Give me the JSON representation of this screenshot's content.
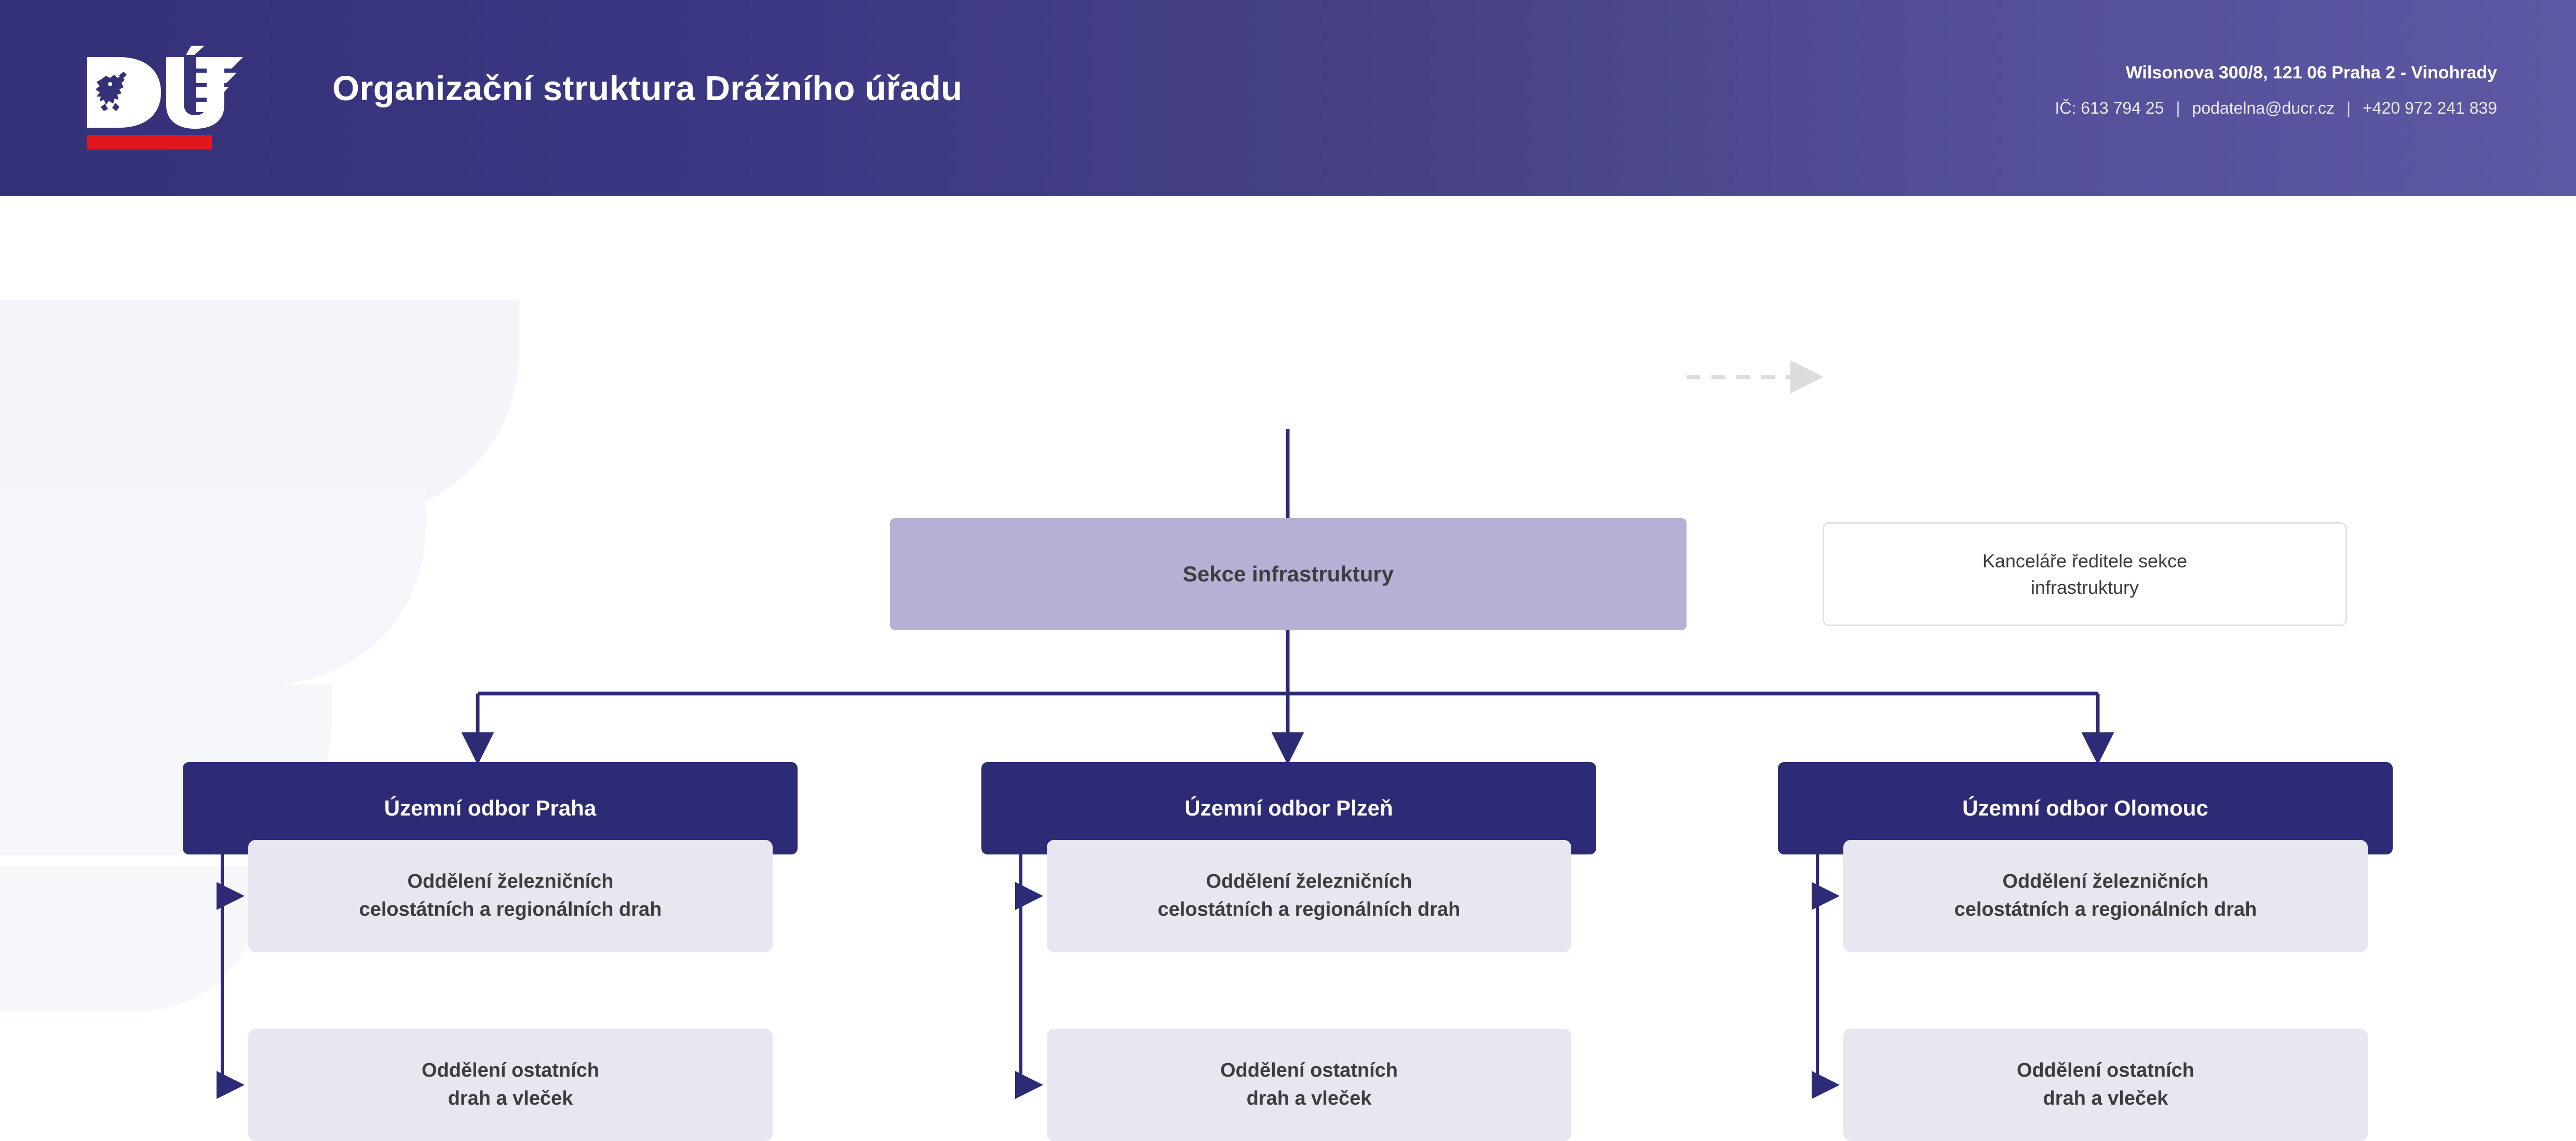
{
  "header": {
    "title": "Organizační struktura Drážního úřadu",
    "logo_name": "ducr-logo",
    "logo_letters": "DÚ",
    "contact": {
      "address": "Wilsonova 300/8, 121 06 Praha 2 - Vinohrady",
      "ico": "IČ: 613 794 25",
      "email": "podatelna@ducr.cz",
      "phone": "+420 972 241 839",
      "separator": "|"
    },
    "colors": {
      "gradient_start": "#343178",
      "gradient_end": "#5d58a3",
      "logo_red": "#e2161d",
      "text": "#ffffff"
    }
  },
  "chart_data": {
    "type": "diagram",
    "title": "Organizační struktura Drážního úřadu",
    "colors": {
      "root_fill": "#b4b1d4",
      "dept_fill": "#2d2a76",
      "sub_fill": "#e8e6f0",
      "office_fill": "#ffffff",
      "office_border": "#e3e3e6",
      "edge": "#2d2a76",
      "edge_dashed": "#dcdcdc",
      "text_dark": "#3d3d3d",
      "text_light": "#ffffff"
    },
    "nodes": {
      "root": {
        "label": "Sekce infrastruktury"
      },
      "office": {
        "label_line1": "Kanceláře ředitele sekce",
        "label_line2": "infrastruktury"
      },
      "departments": [
        {
          "label": "Územní odbor Praha",
          "children": [
            {
              "label_line1": "Oddělení železničních",
              "label_line2": "celostátních a regionálních drah"
            },
            {
              "label_line1": "Oddělení ostatních",
              "label_line2": "drah a vleček"
            }
          ]
        },
        {
          "label": "Územní odbor Plzeň",
          "children": [
            {
              "label_line1": "Oddělení železničních",
              "label_line2": "celostátních a regionálních drah"
            },
            {
              "label_line1": "Oddělení ostatních",
              "label_line2": "drah a vleček"
            }
          ]
        },
        {
          "label": "Územní odbor Olomouc",
          "children": [
            {
              "label_line1": "Oddělení železničních",
              "label_line2": "celostátních a regionálních drah"
            },
            {
              "label_line1": "Oddělení ostatních",
              "label_line2": "drah a vleček"
            }
          ]
        }
      ]
    },
    "edges": [
      {
        "from": "root",
        "to": "office",
        "style": "dashed"
      },
      {
        "from": "root",
        "to": "dept-0",
        "style": "solid"
      },
      {
        "from": "root",
        "to": "dept-1",
        "style": "solid"
      },
      {
        "from": "root",
        "to": "dept-2",
        "style": "solid"
      },
      {
        "from": "dept-0",
        "to": "dept-0-child-0",
        "style": "solid"
      },
      {
        "from": "dept-0",
        "to": "dept-0-child-1",
        "style": "solid"
      },
      {
        "from": "dept-1",
        "to": "dept-1-child-0",
        "style": "solid"
      },
      {
        "from": "dept-1",
        "to": "dept-1-child-1",
        "style": "solid"
      },
      {
        "from": "dept-2",
        "to": "dept-2-child-0",
        "style": "solid"
      },
      {
        "from": "dept-2",
        "to": "dept-2-child-1",
        "style": "solid"
      }
    ]
  }
}
